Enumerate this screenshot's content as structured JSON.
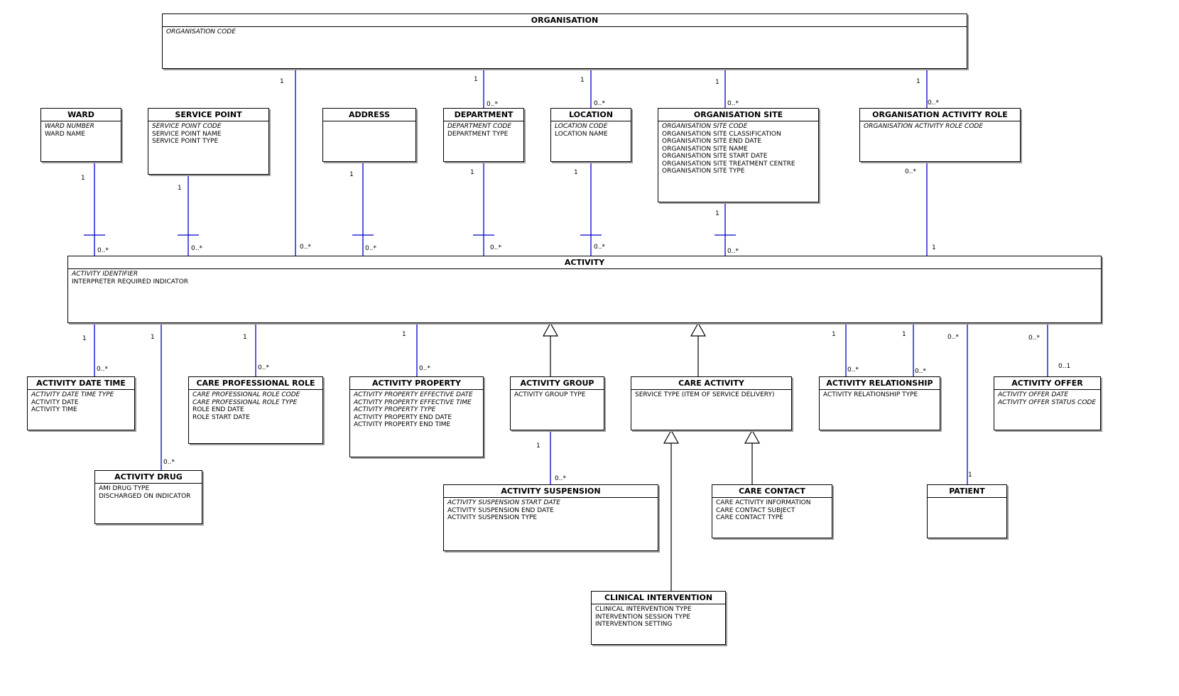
{
  "entities": {
    "organisation": {
      "name": "ORGANISATION",
      "attributes": [
        {
          "text": "ORGANISATION CODE",
          "key": true
        }
      ]
    },
    "ward": {
      "name": "WARD",
      "attributes": [
        {
          "text": "WARD NUMBER",
          "key": true
        },
        {
          "text": "WARD NAME",
          "key": false
        }
      ]
    },
    "service_point": {
      "name": "SERVICE POINT",
      "attributes": [
        {
          "text": "SERVICE POINT CODE",
          "key": true
        },
        {
          "text": "SERVICE POINT NAME",
          "key": false
        },
        {
          "text": "SERVICE POINT TYPE",
          "key": false
        }
      ]
    },
    "address": {
      "name": "ADDRESS",
      "attributes": []
    },
    "department": {
      "name": "DEPARTMENT",
      "attributes": [
        {
          "text": "DEPARTMENT CODE",
          "key": true
        },
        {
          "text": "DEPARTMENT TYPE",
          "key": false
        }
      ]
    },
    "location": {
      "name": "LOCATION",
      "attributes": [
        {
          "text": "LOCATION CODE",
          "key": true
        },
        {
          "text": "LOCATION NAME",
          "key": false
        }
      ]
    },
    "organisation_site": {
      "name": "ORGANISATION SITE",
      "attributes": [
        {
          "text": "ORGANISATION SITE CODE",
          "key": true
        },
        {
          "text": "ORGANISATION SITE CLASSIFICATION",
          "key": false
        },
        {
          "text": "ORGANISATION SITE END DATE",
          "key": false
        },
        {
          "text": "ORGANISATION SITE NAME",
          "key": false
        },
        {
          "text": "ORGANISATION SITE START DATE",
          "key": false
        },
        {
          "text": "ORGANISATION SITE TREATMENT CENTRE",
          "key": false
        },
        {
          "text": "ORGANISATION SITE TYPE",
          "key": false
        }
      ]
    },
    "organisation_activity_role": {
      "name": "ORGANISATION ACTIVITY ROLE",
      "attributes": [
        {
          "text": "ORGANISATION ACTIVITY ROLE CODE",
          "key": true
        }
      ]
    },
    "activity": {
      "name": "ACTIVITY",
      "attributes": [
        {
          "text": "ACTIVITY IDENTIFIER",
          "key": true
        },
        {
          "text": "INTERPRETER REQUIRED INDICATOR",
          "key": false
        }
      ]
    },
    "activity_date_time": {
      "name": "ACTIVITY DATE TIME",
      "attributes": [
        {
          "text": "ACTIVITY DATE TIME TYPE",
          "key": true
        },
        {
          "text": "ACTIVITY DATE",
          "key": false
        },
        {
          "text": "ACTIVITY TIME",
          "key": false
        }
      ]
    },
    "care_professional_role": {
      "name": "CARE PROFESSIONAL ROLE",
      "attributes": [
        {
          "text": "CARE PROFESSIONAL ROLE CODE",
          "key": true
        },
        {
          "text": "CARE PROFESSIONAL ROLE TYPE",
          "key": true
        },
        {
          "text": "ROLE END DATE",
          "key": false
        },
        {
          "text": "ROLE START DATE",
          "key": false
        }
      ]
    },
    "activity_property": {
      "name": "ACTIVITY PROPERTY",
      "attributes": [
        {
          "text": "ACTIVITY PROPERTY EFFECTIVE DATE",
          "key": true
        },
        {
          "text": "ACTIVITY PROPERTY EFFECTIVE TIME",
          "key": true
        },
        {
          "text": "ACTIVITY PROPERTY TYPE",
          "key": true
        },
        {
          "text": "ACTIVITY PROPERTY END DATE",
          "key": false
        },
        {
          "text": "ACTIVITY PROPERTY END TIME",
          "key": false
        }
      ]
    },
    "activity_group": {
      "name": "ACTIVITY GROUP",
      "attributes": [
        {
          "text": "ACTIVITY GROUP TYPE",
          "key": false
        }
      ]
    },
    "care_activity": {
      "name": "CARE ACTIVITY",
      "attributes": [
        {
          "text": "SERVICE TYPE (ITEM OF SERVICE DELIVERY)",
          "key": false
        }
      ]
    },
    "activity_relationship": {
      "name": "ACTIVITY RELATIONSHIP",
      "attributes": [
        {
          "text": "ACTIVITY RELATIONSHIP TYPE",
          "key": false
        }
      ]
    },
    "activity_offer": {
      "name": "ACTIVITY OFFER",
      "attributes": [
        {
          "text": "ACTIVITY OFFER DATE",
          "key": true
        },
        {
          "text": "ACTIVITY OFFER STATUS CODE",
          "key": true
        }
      ]
    },
    "activity_drug": {
      "name": "ACTIVITY DRUG",
      "attributes": [
        {
          "text": "AMI DRUG TYPE",
          "key": false
        },
        {
          "text": "DISCHARGED ON INDICATOR",
          "key": false
        }
      ]
    },
    "activity_suspension": {
      "name": "ACTIVITY SUSPENSION",
      "attributes": [
        {
          "text": "ACTIVITY SUSPENSION START DATE",
          "key": true
        },
        {
          "text": "ACTIVITY SUSPENSION END DATE",
          "key": false
        },
        {
          "text": "ACTIVITY SUSPENSION TYPE",
          "key": false
        }
      ]
    },
    "care_contact": {
      "name": "CARE CONTACT",
      "attributes": [
        {
          "text": "CARE ACTIVITY INFORMATION",
          "key": false
        },
        {
          "text": "CARE CONTACT SUBJECT",
          "key": false
        },
        {
          "text": "CARE CONTACT TYPE",
          "key": false
        }
      ]
    },
    "patient": {
      "name": "PATIENT",
      "attributes": []
    },
    "clinical_intervention": {
      "name": "CLINICAL INTERVENTION",
      "attributes": [
        {
          "text": "CLINICAL INTERVENTION TYPE",
          "key": false
        },
        {
          "text": "INTERVENTION SESSION TYPE",
          "key": false
        },
        {
          "text": "INTERVENTION SETTING",
          "key": false
        }
      ]
    }
  },
  "relationships": [
    {
      "id": "ward-activity",
      "from": "ward",
      "to": "activity",
      "from_card": "1",
      "to_card": "0..*"
    },
    {
      "id": "servicepoint-activity",
      "from": "service_point",
      "to": "activity",
      "from_card": "1",
      "to_card": "0..*"
    },
    {
      "id": "organisation-activity",
      "from": "organisation",
      "to": "activity",
      "from_card": "1",
      "to_card": "0..*"
    },
    {
      "id": "address-activity",
      "from": "address",
      "to": "activity",
      "from_card": "1",
      "to_card": "0..*"
    },
    {
      "id": "organisation-department",
      "from": "organisation",
      "to": "department",
      "from_card": "1",
      "to_card": "0..*"
    },
    {
      "id": "department-activity",
      "from": "department",
      "to": "activity",
      "from_card": "1",
      "to_card": "0..*"
    },
    {
      "id": "organisation-location",
      "from": "organisation",
      "to": "location",
      "from_card": "1",
      "to_card": "0..*"
    },
    {
      "id": "location-activity",
      "from": "location",
      "to": "activity",
      "from_card": "1",
      "to_card": "0..*"
    },
    {
      "id": "organisation-site",
      "from": "organisation",
      "to": "organisation_site",
      "from_card": "1",
      "to_card": "0..*"
    },
    {
      "id": "site-activity",
      "from": "organisation_site",
      "to": "activity",
      "from_card": "1",
      "to_card": "0..*"
    },
    {
      "id": "organisation-role",
      "from": "organisation",
      "to": "organisation_activity_role",
      "from_card": "1",
      "to_card": "0..*"
    },
    {
      "id": "role-activity",
      "from": "organisation_activity_role",
      "to": "activity",
      "from_card": "0..*",
      "to_card": "1"
    },
    {
      "id": "activity-datetime",
      "from": "activity",
      "to": "activity_date_time",
      "from_card": "1",
      "to_card": "0..*"
    },
    {
      "id": "activity-drug",
      "from": "activity",
      "to": "activity_drug",
      "from_card": "1",
      "to_card": "0..*"
    },
    {
      "id": "activity-careprofrole",
      "from": "activity",
      "to": "care_professional_role",
      "from_card": "1",
      "to_card": "0..*"
    },
    {
      "id": "activity-property",
      "from": "activity",
      "to": "activity_property",
      "from_card": "1",
      "to_card": "0..*"
    },
    {
      "id": "activity-relationship-a",
      "from": "activity",
      "to": "activity_relationship",
      "from_card": "1",
      "to_card": "0..*"
    },
    {
      "id": "activity-relationship-b",
      "from": "activity",
      "to": "activity_relationship",
      "from_card": "1",
      "to_card": "0..*"
    },
    {
      "id": "activity-patient",
      "from": "activity",
      "to": "patient",
      "from_card": "0..*",
      "to_card": "1"
    },
    {
      "id": "activity-offer",
      "from": "activity",
      "to": "activity_offer",
      "from_card": "0..*",
      "to_card": "0..1"
    },
    {
      "id": "group-suspension",
      "from": "activity_group",
      "to": "activity_suspension",
      "from_card": "1",
      "to_card": "0..*"
    }
  ],
  "generalizations": [
    {
      "id": "gen-group",
      "child": "activity_group",
      "parent": "activity"
    },
    {
      "id": "gen-care-activity",
      "child": "care_activity",
      "parent": "activity"
    },
    {
      "id": "gen-clinical",
      "child": "clinical_intervention",
      "parent": "care_activity"
    },
    {
      "id": "gen-contact",
      "child": "care_contact",
      "parent": "care_activity"
    }
  ],
  "colors": {
    "connector": "#0000cc",
    "generalization": "#000000",
    "shadow": "#9a9a9a"
  }
}
